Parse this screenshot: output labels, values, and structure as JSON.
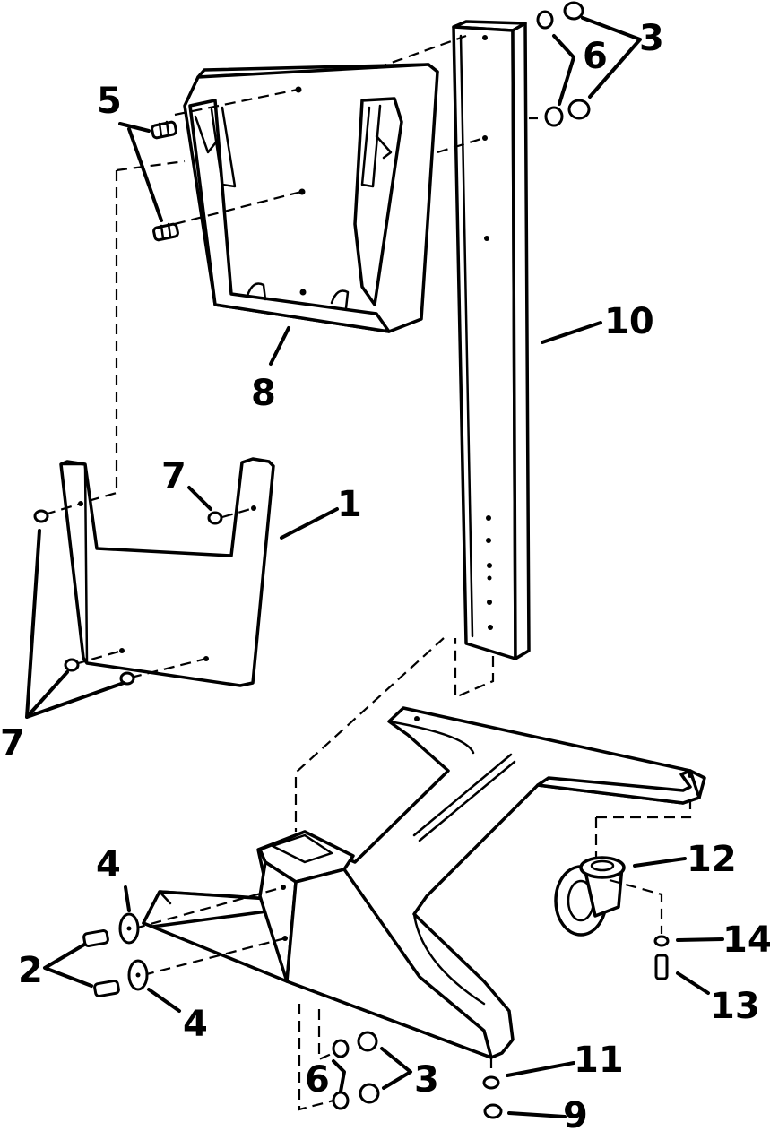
{
  "callouts": [
    {
      "id": "c1",
      "label": "1"
    },
    {
      "id": "c2",
      "label": "2"
    },
    {
      "id": "c3a",
      "label": "3"
    },
    {
      "id": "c3b",
      "label": "3"
    },
    {
      "id": "c4a",
      "label": "4"
    },
    {
      "id": "c4b",
      "label": "4"
    },
    {
      "id": "c5",
      "label": "5"
    },
    {
      "id": "c6a",
      "label": "6"
    },
    {
      "id": "c6b",
      "label": "6"
    },
    {
      "id": "c7a",
      "label": "7"
    },
    {
      "id": "c7b",
      "label": "7"
    },
    {
      "id": "c8",
      "label": "8"
    },
    {
      "id": "c9",
      "label": "9"
    },
    {
      "id": "c10",
      "label": "10"
    },
    {
      "id": "c11",
      "label": "11"
    },
    {
      "id": "c12",
      "label": "12"
    },
    {
      "id": "c13",
      "label": "13"
    },
    {
      "id": "c14",
      "label": "14"
    }
  ]
}
